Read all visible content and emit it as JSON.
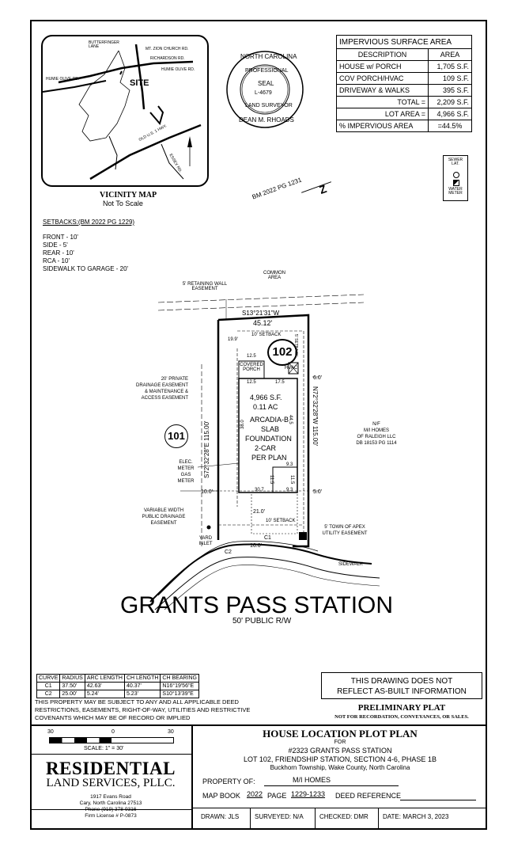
{
  "vicinity": {
    "title": "VICINITY MAP",
    "subtitle": "Not To Scale",
    "site": "SITE",
    "roads": [
      "BUTTERFINGER LANE",
      "MT. ZION CHURCH RD.",
      "RICHARDSON RD.",
      "HUMIE OLIVE RD.",
      "HUMIE OLIVE RD.",
      "OLD U.S. 1 HWY.",
      "ESSEX RD."
    ]
  },
  "impervious": {
    "title": "IMPERVIOUS SURFACE AREA",
    "col_desc": "DESCRIPTION",
    "col_area": "AREA",
    "rows": [
      {
        "desc": "HOUSE w/ PORCH",
        "area": "1,705 S.F."
      },
      {
        "desc": "COV PORCH/HVAC",
        "area": "109 S.F."
      },
      {
        "desc": "DRIVEWAY & WALKS",
        "area": "395 S.F."
      },
      {
        "desc": "TOTAL =",
        "area": "2,209 S.F."
      },
      {
        "desc": "LOT AREA =",
        "area": "4,966 S.F."
      },
      {
        "desc": "% IMPERVIOUS AREA",
        "area": "=44.5%"
      }
    ]
  },
  "seal": {
    "top": "NORTH CAROLINA",
    "prof": "PROFESSIONAL",
    "seal": "SEAL",
    "num": "L-4679",
    "bottom": "LAND SURVEYOR",
    "name": "DEAN M. RHOADS"
  },
  "legend": {
    "sewer": "SEWER LAT.",
    "water": "WATER METER"
  },
  "bm": "BM 2022 PG 1231",
  "setbacks": {
    "title": "SETBACKS:(BM 2022 PG 1229)",
    "lines": [
      "FRONT - 10'",
      "SIDE - 5'",
      "REAR - 10'",
      "RCA - 10'",
      "SIDEWALK TO GARAGE - 20'"
    ]
  },
  "plan": {
    "common_area": "COMMON AREA",
    "retaining": "5' RETAINING WALL EASEMENT",
    "bearing_top": "S13°21'31\"W",
    "dist_top": "45.12'",
    "rear_setback": "10' SETBACK",
    "side_setback": "5' SETBACK",
    "d19": "19.9'",
    "lot_no": "102",
    "d125a": "12.5",
    "d125b": "12.5",
    "d175": "17.5",
    "covered_porch": "COVERED PORCH",
    "hvac": "HVAC",
    "d60": "6.0'",
    "lot_area_sf": "4,966 S.F.",
    "lot_area_ac": "0.11 AC",
    "house1": "ARCADIA-B",
    "house2": "SLAB",
    "house3": "FOUNDATION",
    "house4": "2-CAR",
    "house5": "PER PLAN",
    "d445": "44.5",
    "d380": "38.0",
    "d93a": "9.3",
    "d93b": "9.3",
    "d115a": "11.5",
    "d115b": "11.5",
    "d307": "30.7",
    "d100": "10.0'",
    "d50": "5.0'",
    "d210": "21.0'",
    "d10sb": "10' SETBACK",
    "d160": "16.0'",
    "c1": "C1",
    "c2": "C2",
    "left_bearing": "S72°32'28\"E  115.00'",
    "right_bearing": "N72°32'28\"W  115.00'",
    "private_easement": [
      "20' PRIVATE",
      "DRAINAGE EASEMENT",
      "& MAINTENANCE &",
      "ACCESS EASEMENT"
    ],
    "lot101": "101",
    "elec": [
      "ELEC.",
      "METER",
      "GAS",
      "METER"
    ],
    "public_drain": [
      "VARIABLE WIDTH",
      "PUBLIC DRAINAGE",
      "EASEMENT"
    ],
    "yard_inlet": [
      "YARD",
      "INLET"
    ],
    "nf": [
      "N/F",
      "M/I HOMES",
      "OF RALEIGH LLC",
      "DB 18153 PG 1114"
    ],
    "apex": [
      "5' TOWN OF APEX",
      "UTILITY EASEMENT"
    ],
    "sidewalk": "SIDEWALK",
    "street": "GRANTS PASS STATION",
    "row": "50' PUBLIC R/W"
  },
  "curves": {
    "headers": [
      "CURVE",
      "RADIUS",
      "ARC LENGTH",
      "CH LENGTH",
      "CH BEARING"
    ],
    "rows": [
      [
        "C1",
        "37.50'",
        "42.63'",
        "40.37'",
        "N16°19'56\"E"
      ],
      [
        "C2",
        "25.00'",
        "5.24'",
        "5.23'",
        "S10°13'39\"E"
      ]
    ]
  },
  "disclaimer": "THIS PROPERTY MAY BE SUBJECT TO ANY AND ALL APPLICABLE DEED RESTRICTIONS, EASEMENTS, RIGHT-OF-WAY, UTILITIES AND RESTRICTIVE COVENANTS WHICH MAY BE OF RECORD OR IMPLIED",
  "asbuilt": [
    "THIS DRAWING DOES NOT",
    "REFLECT AS-BUILT INFORMATION"
  ],
  "prelim": {
    "title": "PRELIMINARY PLAT",
    "note": "NOT FOR RECORDATION, CONVEYANCES, OR SALES."
  },
  "scale": {
    "n30a": "30",
    "n0": "0",
    "n30b": "30",
    "label": "SCALE: 1\" = 30'"
  },
  "company": {
    "name1": "RESIDENTIAL",
    "name2": "LAND SERVICES, PLLC.",
    "addr": [
      "1917 Evans Road",
      "Cary, North Carolina 27513",
      "Phone (919) 378-9316",
      "Firm License # P-0873"
    ]
  },
  "title_block": {
    "title": "HOUSE LOCATION PLOT PLAN",
    "for": "FOR",
    "addr": "#2323 GRANTS PASS STATION",
    "lot": "LOT 102, FRIENDSHIP STATION, SECTION 4-6, PHASE 1B",
    "township": "Buckhorn Township, Wake County, North Carolina",
    "prop_label": "PROPERTY OF:",
    "prop_val": "M/I HOMES",
    "mb_label": "MAP BOOK",
    "mb_val": "2022",
    "page_label": "PAGE",
    "page_val": "1229-1233",
    "deed": "DEED REFERENCE",
    "drawn": "DRAWN: JLS",
    "surveyed": "SURVEYED: N/A",
    "checked": "CHECKED: DMR",
    "date": "DATE: MARCH 3, 2023"
  }
}
